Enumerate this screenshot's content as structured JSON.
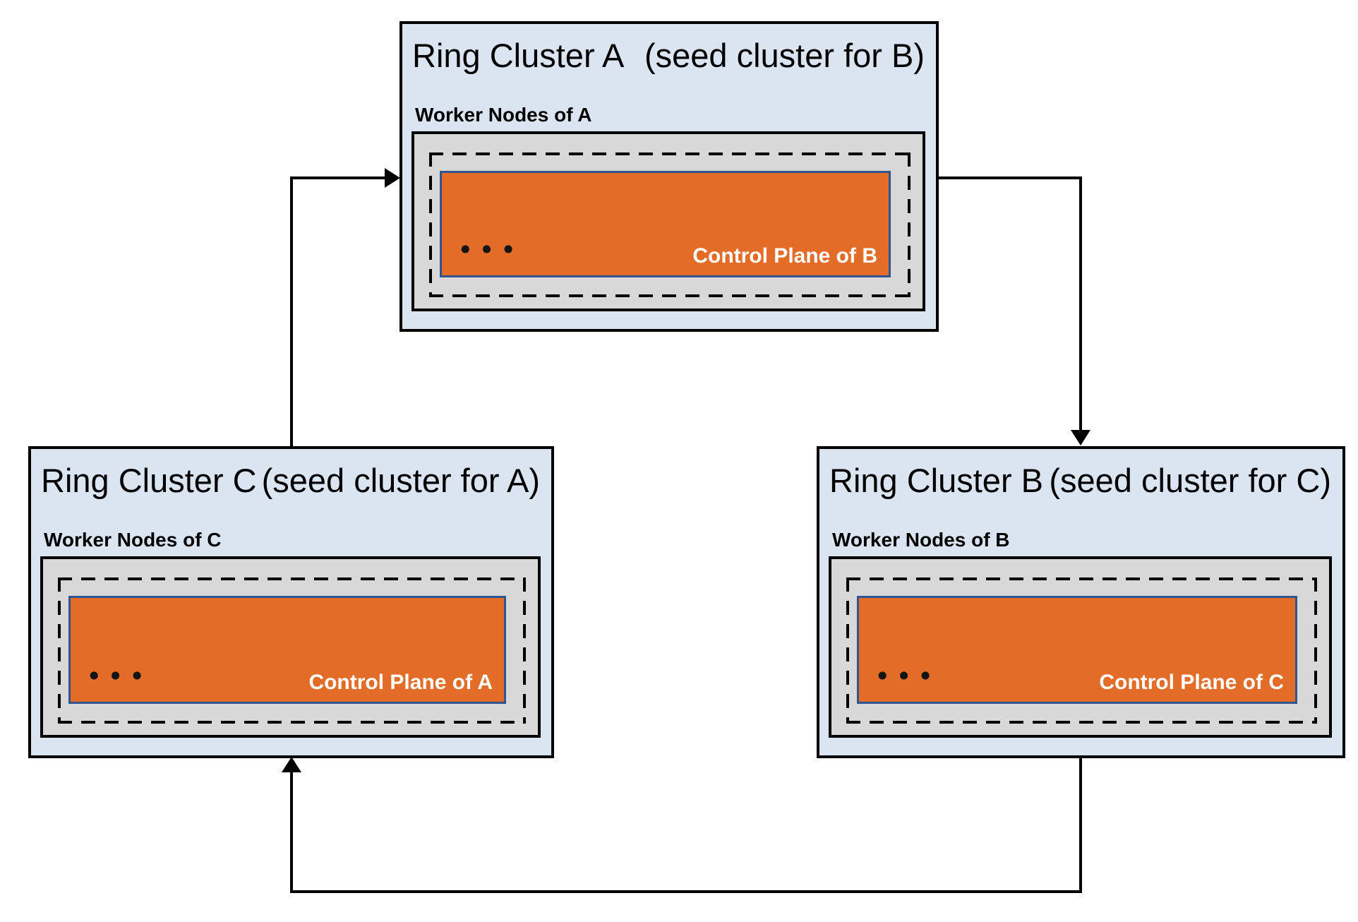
{
  "diagram": {
    "colors": {
      "cluster_fill": "#dbe5f1",
      "cluster_border": "#000000",
      "worker_box_fill": "#d8d8d8",
      "control_plane_fill": "#e26c28",
      "control_plane_border": "#2f5591",
      "control_plane_text": "#ffffff",
      "arrow_color": "#000000",
      "canvas_bg": "#ffffff",
      "text_color": "#000000"
    },
    "clusters": {
      "a": {
        "title": "Ring Cluster A",
        "seed_note": "(seed cluster for B)",
        "worker_label": "Worker Nodes of A",
        "ellipsis": "•••",
        "control_plane_label": "Control Plane of B"
      },
      "b": {
        "title": "Ring Cluster B",
        "seed_note": "(seed cluster for C)",
        "worker_label": "Worker Nodes of B",
        "ellipsis": "•••",
        "control_plane_label": "Control Plane of C"
      },
      "c": {
        "title": "Ring Cluster C",
        "seed_note": "(seed cluster for A)",
        "worker_label": "Worker Nodes of C",
        "ellipsis": "•••",
        "control_plane_label": "Control Plane of A"
      }
    },
    "arrows": [
      {
        "from": "Ring Cluster C",
        "to": "Ring Cluster A"
      },
      {
        "from": "Ring Cluster A",
        "to": "Ring Cluster B"
      },
      {
        "from": "Ring Cluster B",
        "to": "Ring Cluster C"
      }
    ]
  }
}
